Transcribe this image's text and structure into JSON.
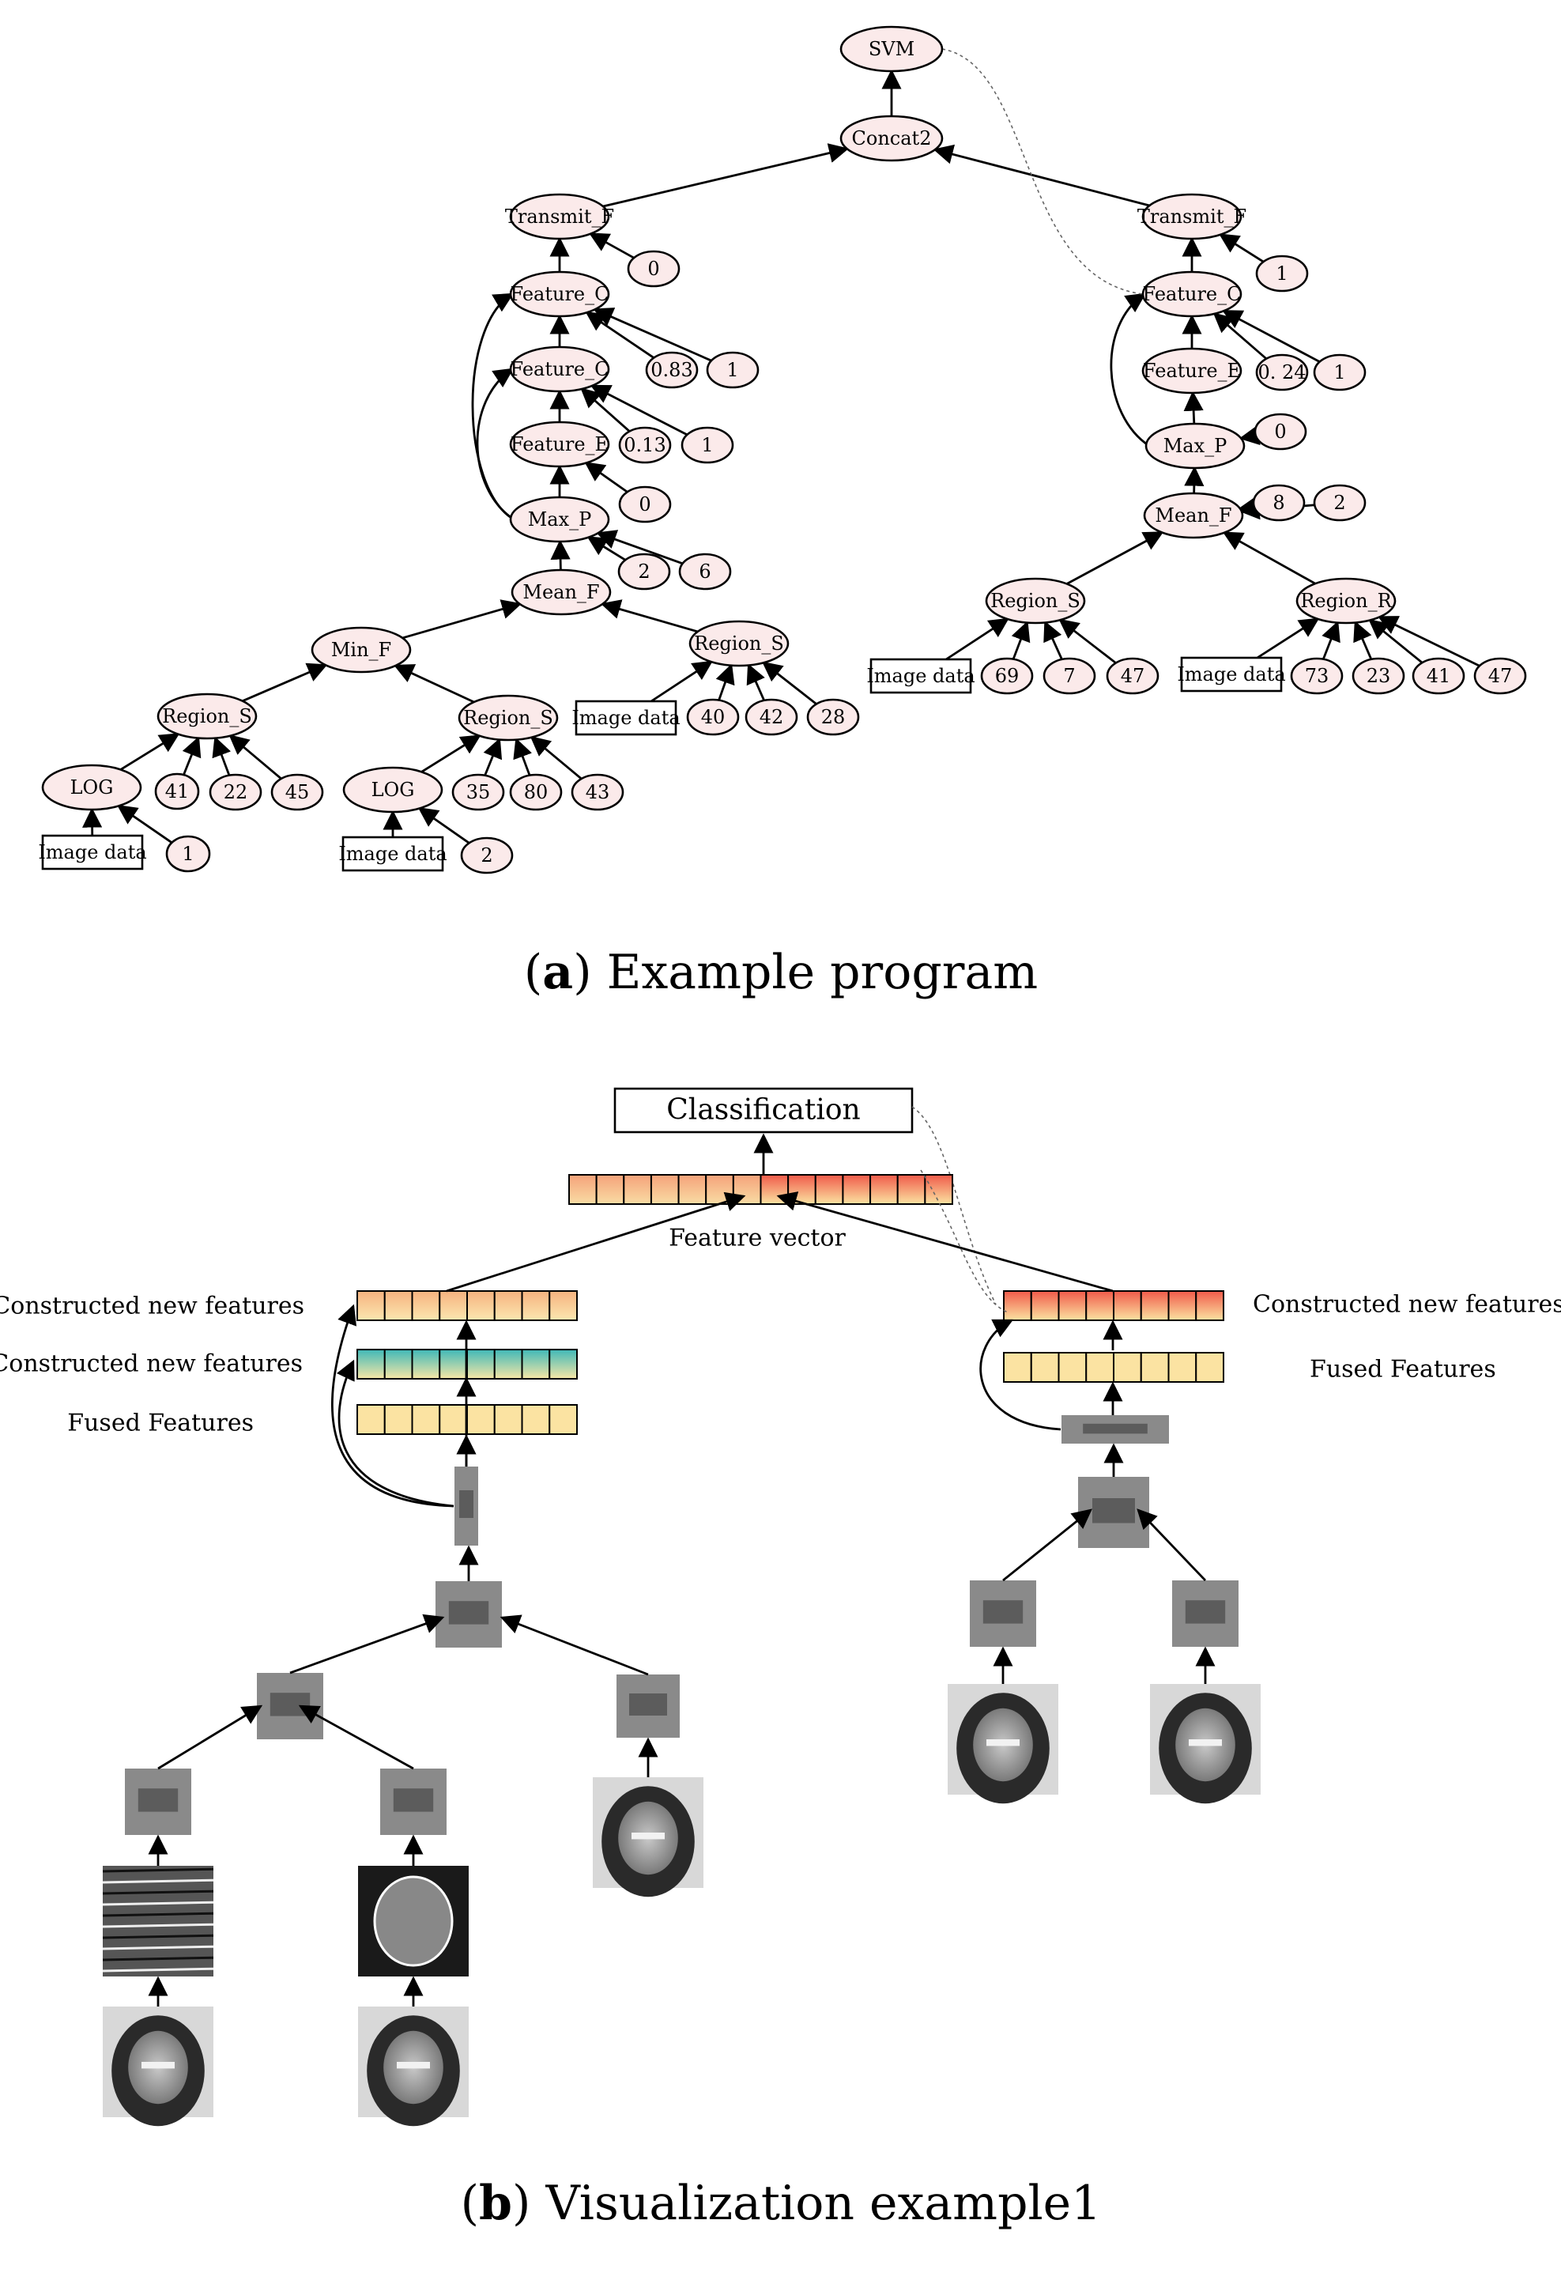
{
  "figure_a": {
    "caption_letter": "a",
    "caption_text": "Example program",
    "nodes": [
      {
        "id": "svm",
        "label": "SVM",
        "shape": "ellipse"
      },
      {
        "id": "concat2",
        "label": "Concat2",
        "shape": "ellipse"
      },
      {
        "id": "l_transmit",
        "label": "Transmit_F",
        "shape": "ellipse"
      },
      {
        "id": "l_t0",
        "label": "0",
        "shape": "ellipse"
      },
      {
        "id": "l_featc1",
        "label": "Feature_C",
        "shape": "ellipse"
      },
      {
        "id": "l_f083",
        "label": "0.83",
        "shape": "ellipse"
      },
      {
        "id": "l_f1a",
        "label": "1",
        "shape": "ellipse"
      },
      {
        "id": "l_featc2",
        "label": "Feature_C",
        "shape": "ellipse"
      },
      {
        "id": "l_f013",
        "label": "0.13",
        "shape": "ellipse"
      },
      {
        "id": "l_f1b",
        "label": "1",
        "shape": "ellipse"
      },
      {
        "id": "l_feate",
        "label": "Feature_E",
        "shape": "ellipse"
      },
      {
        "id": "l_e0",
        "label": "0",
        "shape": "ellipse"
      },
      {
        "id": "l_maxp",
        "label": "Max_P",
        "shape": "ellipse"
      },
      {
        "id": "l_m2",
        "label": "2",
        "shape": "ellipse"
      },
      {
        "id": "l_m6",
        "label": "6",
        "shape": "ellipse"
      },
      {
        "id": "l_meanf",
        "label": "Mean_F",
        "shape": "ellipse"
      },
      {
        "id": "l_minf",
        "label": "Min_F",
        "shape": "ellipse"
      },
      {
        "id": "l_regs1",
        "label": "Region_S",
        "shape": "ellipse"
      },
      {
        "id": "l_r41",
        "label": "41",
        "shape": "ellipse"
      },
      {
        "id": "l_r22",
        "label": "22",
        "shape": "ellipse"
      },
      {
        "id": "l_r45",
        "label": "45",
        "shape": "ellipse"
      },
      {
        "id": "l_log1",
        "label": "LOG",
        "shape": "ellipse"
      },
      {
        "id": "l_img1",
        "label": "Image data",
        "shape": "rect"
      },
      {
        "id": "l_g1",
        "label": "1",
        "shape": "ellipse"
      },
      {
        "id": "l_regs2",
        "label": "Region_S",
        "shape": "ellipse"
      },
      {
        "id": "l_r35",
        "label": "35",
        "shape": "ellipse"
      },
      {
        "id": "l_r80",
        "label": "80",
        "shape": "ellipse"
      },
      {
        "id": "l_r43",
        "label": "43",
        "shape": "ellipse"
      },
      {
        "id": "l_log2",
        "label": "LOG",
        "shape": "ellipse"
      },
      {
        "id": "l_img2",
        "label": "Image data",
        "shape": "rect"
      },
      {
        "id": "l_g2",
        "label": "2",
        "shape": "ellipse"
      },
      {
        "id": "l_regs3",
        "label": "Region_S",
        "shape": "ellipse"
      },
      {
        "id": "l_img3",
        "label": "Image data",
        "shape": "rect"
      },
      {
        "id": "l_r40",
        "label": "40",
        "shape": "ellipse"
      },
      {
        "id": "l_r42",
        "label": "42",
        "shape": "ellipse"
      },
      {
        "id": "l_r28",
        "label": "28",
        "shape": "ellipse"
      },
      {
        "id": "r_transmit",
        "label": "Transmit_F",
        "shape": "ellipse"
      },
      {
        "id": "r_t1",
        "label": "1",
        "shape": "ellipse"
      },
      {
        "id": "r_featc",
        "label": "Feature_C",
        "shape": "ellipse"
      },
      {
        "id": "r_feate",
        "label": "Feature_E",
        "shape": "ellipse"
      },
      {
        "id": "r_f024",
        "label": "0. 24",
        "shape": "ellipse"
      },
      {
        "id": "r_f1",
        "label": "1",
        "shape": "ellipse"
      },
      {
        "id": "r_maxp",
        "label": "Max_P",
        "shape": "ellipse"
      },
      {
        "id": "r_e0",
        "label": "0",
        "shape": "ellipse"
      },
      {
        "id": "r_m8",
        "label": "8",
        "shape": "ellipse"
      },
      {
        "id": "r_m2",
        "label": "2",
        "shape": "ellipse"
      },
      {
        "id": "r_meanf",
        "label": "Mean_F",
        "shape": "ellipse"
      },
      {
        "id": "r_regs",
        "label": "Region_S",
        "shape": "ellipse"
      },
      {
        "id": "r_img1",
        "label": "Image data",
        "shape": "rect"
      },
      {
        "id": "r_s69",
        "label": "69",
        "shape": "ellipse"
      },
      {
        "id": "r_s7",
        "label": "7",
        "shape": "ellipse"
      },
      {
        "id": "r_s47",
        "label": "47",
        "shape": "ellipse"
      },
      {
        "id": "r_regr",
        "label": "Region_R",
        "shape": "ellipse"
      },
      {
        "id": "r_img2",
        "label": "Image data",
        "shape": "rect"
      },
      {
        "id": "r_q73",
        "label": "73",
        "shape": "ellipse"
      },
      {
        "id": "r_q23",
        "label": "23",
        "shape": "ellipse"
      },
      {
        "id": "r_q41",
        "label": "41",
        "shape": "ellipse"
      },
      {
        "id": "r_q47",
        "label": "47",
        "shape": "ellipse"
      }
    ],
    "edges": [
      [
        "concat2",
        "svm"
      ],
      [
        "l_transmit",
        "concat2"
      ],
      [
        "r_transmit",
        "concat2"
      ],
      [
        "l_t0",
        "l_transmit"
      ],
      [
        "l_featc1",
        "l_transmit"
      ],
      [
        "l_f083",
        "l_featc1"
      ],
      [
        "l_f1a",
        "l_featc1"
      ],
      [
        "l_featc2",
        "l_featc1"
      ],
      [
        "l_f013",
        "l_featc2"
      ],
      [
        "l_f1b",
        "l_featc2"
      ],
      [
        "l_feate",
        "l_featc2"
      ],
      [
        "l_e0",
        "l_feate"
      ],
      [
        "l_maxp",
        "l_feate"
      ],
      [
        "l_m2",
        "l_maxp"
      ],
      [
        "l_m6",
        "l_maxp"
      ],
      [
        "l_meanf",
        "l_maxp"
      ],
      [
        "l_minf",
        "l_meanf"
      ],
      [
        "l_regs3",
        "l_meanf"
      ],
      [
        "l_regs1",
        "l_minf"
      ],
      [
        "l_regs2",
        "l_minf"
      ],
      [
        "l_log1",
        "l_regs1"
      ],
      [
        "l_r41",
        "l_regs1"
      ],
      [
        "l_r22",
        "l_regs1"
      ],
      [
        "l_r45",
        "l_regs1"
      ],
      [
        "l_img1",
        "l_log1"
      ],
      [
        "l_g1",
        "l_log1"
      ],
      [
        "l_log2",
        "l_regs2"
      ],
      [
        "l_r35",
        "l_regs2"
      ],
      [
        "l_r80",
        "l_regs2"
      ],
      [
        "l_r43",
        "l_regs2"
      ],
      [
        "l_img2",
        "l_log2"
      ],
      [
        "l_g2",
        "l_log2"
      ],
      [
        "l_img3",
        "l_regs3"
      ],
      [
        "l_r40",
        "l_regs3"
      ],
      [
        "l_r42",
        "l_regs3"
      ],
      [
        "l_r28",
        "l_regs3"
      ],
      [
        "r_t1",
        "r_transmit"
      ],
      [
        "r_featc",
        "r_transmit"
      ],
      [
        "r_feate",
        "r_featc"
      ],
      [
        "r_f024",
        "r_featc"
      ],
      [
        "r_f1",
        "r_featc"
      ],
      [
        "r_maxp",
        "r_feate"
      ],
      [
        "r_e0",
        "r_maxp"
      ],
      [
        "r_meanf",
        "r_maxp"
      ],
      [
        "r_m8",
        "r_meanf"
      ],
      [
        "r_m2",
        "r_meanf"
      ],
      [
        "r_regs",
        "r_meanf"
      ],
      [
        "r_regr",
        "r_meanf"
      ],
      [
        "r_img1",
        "r_regs"
      ],
      [
        "r_s69",
        "r_regs"
      ],
      [
        "r_s7",
        "r_regs"
      ],
      [
        "r_s47",
        "r_regs"
      ],
      [
        "r_img2",
        "r_regr"
      ],
      [
        "r_q73",
        "r_regr"
      ],
      [
        "r_q23",
        "r_regr"
      ],
      [
        "r_q41",
        "r_regr"
      ],
      [
        "r_q47",
        "r_regr"
      ]
    ],
    "curved_edges": [
      [
        "l_maxp",
        "l_featc1"
      ],
      [
        "l_maxp",
        "l_featc2"
      ],
      [
        "r_maxp",
        "r_featc"
      ]
    ],
    "dashed_links": [
      [
        "svm",
        "r_featc"
      ]
    ]
  },
  "figure_b": {
    "caption_letter": "b",
    "caption_text": "Visualization example1",
    "classification_label": "Classification",
    "feature_vector_label": "Feature vector",
    "left_labels": [
      "Constructed new features",
      "Constructed new features",
      "Fused Features"
    ],
    "right_labels": [
      "Constructed new features",
      "Fused Features"
    ]
  }
}
